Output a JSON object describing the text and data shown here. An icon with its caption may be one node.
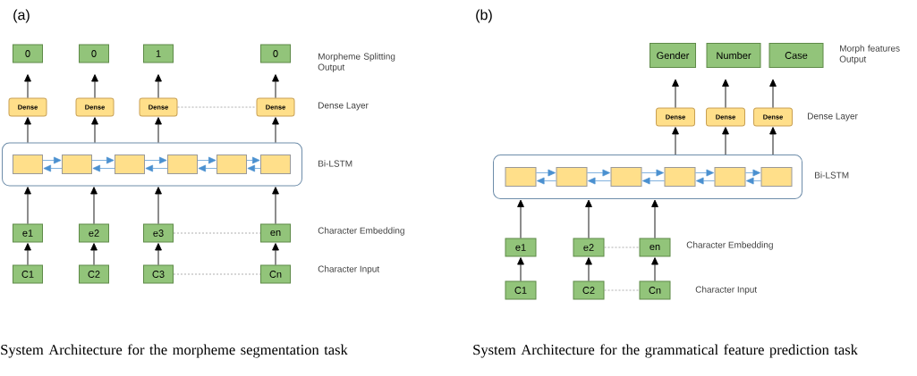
{
  "diagram": {
    "nodes": [
      {
        "text": [
          "0"
        ]
      },
      {
        "text": [
          "0"
        ]
      },
      {
        "text": [
          "1"
        ]
      },
      {
        "text": [
          "0"
        ]
      },
      {
        "text": [
          "Dense"
        ]
      },
      {
        "text": [
          "Dense"
        ]
      },
      {
        "text": [
          "Dense"
        ]
      },
      {
        "text": [
          "Dense"
        ]
      },
      {
        "text": [],
        "shape": "box"
      },
      {
        "text": [],
        "shape": "box",
        "in": 8
      },
      {
        "text": [],
        "shape": "box",
        "in": 8
      },
      {
        "text": [],
        "shape": "box",
        "in": 8
      },
      {
        "text": [],
        "shape": "box",
        "in": 8
      },
      {
        "text": [],
        "shape": "box",
        "in": 8
      },
      {
        "text": [],
        "shape": "box",
        "in": 8
      },
      {
        "text": [
          "e1"
        ]
      },
      {
        "text": [
          "e2"
        ]
      },
      {
        "text": [
          "e3"
        ]
      },
      {
        "text": [
          "en"
        ]
      },
      {
        "text": [
          "C1"
        ]
      },
      {
        "text": [
          "C2"
        ]
      },
      {
        "text": [
          "C3"
        ]
      },
      {
        "text": [
          "Cn"
        ]
      },
      {
        "text": [
          "Gender"
        ]
      },
      {
        "text": [
          "Number"
        ]
      },
      {
        "text": [
          "Case"
        ]
      },
      {
        "text": [
          "Dense"
        ]
      },
      {
        "text": [
          "Dense"
        ]
      },
      {
        "text": [
          "Dense"
        ]
      },
      {
        "text": [],
        "shape": "box"
      },
      {
        "text": [],
        "shape": "box",
        "in": 29
      },
      {
        "text": [],
        "shape": "box",
        "in": 29
      },
      {
        "text": [],
        "shape": "box",
        "in": 29
      },
      {
        "text": [],
        "shape": "box",
        "in": 29
      },
      {
        "text": [],
        "shape": "box",
        "in": 29
      },
      {
        "text": [],
        "shape": "box",
        "in": 29
      },
      {
        "text": [
          "e1"
        ]
      },
      {
        "text": [
          "e2"
        ]
      },
      {
        "text": [
          "en"
        ]
      },
      {
        "text": [
          "C1"
        ]
      },
      {
        "text": [
          "C2"
        ]
      },
      {
        "text": [
          "Cn"
        ]
      }
    ],
    "edges": [
      {
        "from": 4,
        "to": 0,
        "arrow": "to"
      },
      {
        "from": 5,
        "to": 1,
        "arrow": "to"
      },
      {
        "from": 6,
        "to": 2,
        "arrow": "to"
      },
      {
        "from": 7,
        "to": 3,
        "arrow": "to"
      },
      {
        "from": 6,
        "to": 7,
        "arrow": "none",
        "style": "dashed",
        "color": "#8c8c8c"
      },
      {
        "from": 8,
        "to": 4,
        "arrow": "to"
      },
      {
        "from": 8,
        "to": 5,
        "arrow": "to"
      },
      {
        "from": 8,
        "to": 6,
        "arrow": "to"
      },
      {
        "from": 8,
        "to": 7,
        "arrow": "to"
      },
      {
        "from": 9,
        "to": 10,
        "arrow": "to",
        "color": "#4a90d0"
      },
      {
        "from": 10,
        "to": 9,
        "arrow": "to",
        "color": "#4a90d0"
      },
      {
        "from": 10,
        "to": 11,
        "arrow": "to",
        "color": "#4a90d0"
      },
      {
        "from": 11,
        "to": 10,
        "arrow": "to",
        "color": "#4a90d0"
      },
      {
        "from": 11,
        "to": 12,
        "arrow": "to",
        "color": "#4a90d0"
      },
      {
        "from": 12,
        "to": 11,
        "arrow": "to",
        "color": "#4a90d0"
      },
      {
        "from": 12,
        "to": 13,
        "arrow": "to",
        "color": "#4a90d0"
      },
      {
        "from": 13,
        "to": 12,
        "arrow": "to",
        "color": "#4a90d0"
      },
      {
        "from": 13,
        "to": 14,
        "arrow": "to",
        "color": "#4a90d0"
      },
      {
        "from": 14,
        "to": 13,
        "arrow": "to",
        "color": "#4a90d0"
      },
      {
        "from": 15,
        "to": 8,
        "arrow": "to"
      },
      {
        "from": 16,
        "to": 8,
        "arrow": "to"
      },
      {
        "from": 17,
        "to": 8,
        "arrow": "to"
      },
      {
        "from": 18,
        "to": 8,
        "arrow": "to"
      },
      {
        "from": 17,
        "to": 18,
        "arrow": "none",
        "style": "dashed",
        "color": "#8c8c8c"
      },
      {
        "from": 19,
        "to": 15,
        "arrow": "to"
      },
      {
        "from": 20,
        "to": 16,
        "arrow": "to"
      },
      {
        "from": 21,
        "to": 17,
        "arrow": "to"
      },
      {
        "from": 22,
        "to": 18,
        "arrow": "to"
      },
      {
        "from": 21,
        "to": 22,
        "arrow": "none",
        "style": "dashed",
        "color": "#8c8c8c"
      },
      {
        "from": 26,
        "to": 23,
        "arrow": "to"
      },
      {
        "from": 27,
        "to": 24,
        "arrow": "to"
      },
      {
        "from": 28,
        "to": 25,
        "arrow": "to"
      },
      {
        "from": 29,
        "to": 26,
        "arrow": "to"
      },
      {
        "from": 29,
        "to": 27,
        "arrow": "to"
      },
      {
        "from": 29,
        "to": 28,
        "arrow": "to"
      },
      {
        "from": 30,
        "to": 31,
        "arrow": "to",
        "color": "#4a90d0"
      },
      {
        "from": 31,
        "to": 30,
        "arrow": "to",
        "color": "#4a90d0"
      },
      {
        "from": 31,
        "to": 32,
        "arrow": "to",
        "color": "#4a90d0"
      },
      {
        "from": 32,
        "to": 31,
        "arrow": "to",
        "color": "#4a90d0"
      },
      {
        "from": 32,
        "to": 33,
        "arrow": "to",
        "color": "#4a90d0"
      },
      {
        "from": 33,
        "to": 32,
        "arrow": "to",
        "color": "#4a90d0"
      },
      {
        "from": 33,
        "to": 34,
        "arrow": "to",
        "color": "#4a90d0"
      },
      {
        "from": 34,
        "to": 33,
        "arrow": "to",
        "color": "#4a90d0"
      },
      {
        "from": 34,
        "to": 35,
        "arrow": "to",
        "color": "#4a90d0"
      },
      {
        "from": 35,
        "to": 34,
        "arrow": "to",
        "color": "#4a90d0"
      },
      {
        "from": 36,
        "to": 29,
        "arrow": "to"
      },
      {
        "from": 37,
        "to": 29,
        "arrow": "to"
      },
      {
        "from": 38,
        "to": 29,
        "arrow": "to"
      },
      {
        "from": 37,
        "to": 38,
        "arrow": "none",
        "style": "dashed",
        "color": "#8c8c8c"
      },
      {
        "from": 39,
        "to": 36,
        "arrow": "to"
      },
      {
        "from": 40,
        "to": 37,
        "arrow": "to"
      },
      {
        "from": 41,
        "to": 38,
        "arrow": "to"
      },
      {
        "from": 40,
        "to": 41,
        "arrow": "none",
        "style": "dashed",
        "color": "#8c8c8c"
      }
    ],
    "labels": [
      "(a)",
      "Morpheme Splitting Output",
      "Dense Layer",
      "Bi-LSTM",
      "Character Embedding",
      "Character Input",
      "(b)",
      "Morph features Output",
      "Dense Layer",
      "Bi-LSTM",
      "Character Embedding",
      "Character Input",
      "System Architecture for the morpheme segmentation task",
      "System Architecture for the grammatical feature prediction task"
    ]
  }
}
